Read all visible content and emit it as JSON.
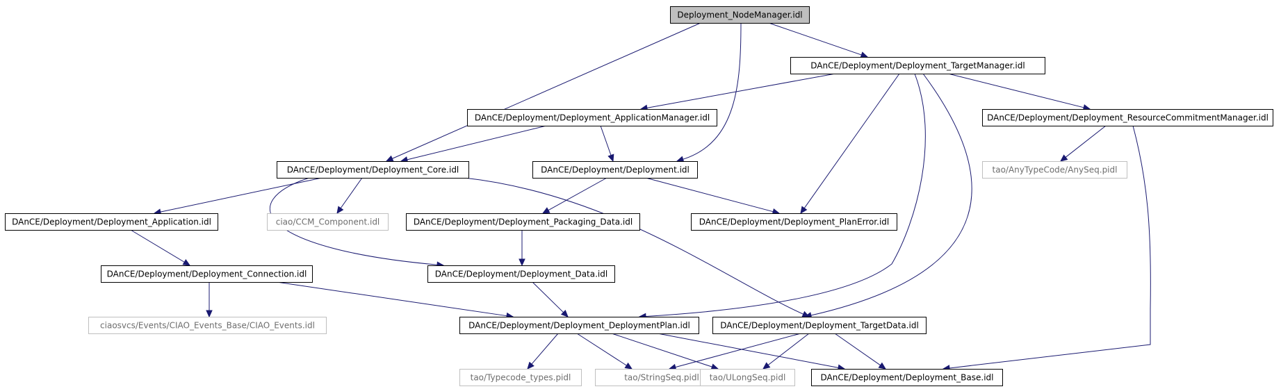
{
  "diagram": {
    "nodes": [
      {
        "id": "nodemanager",
        "label": "Deployment_NodeManager.idl",
        "style": "root"
      },
      {
        "id": "targetmanager",
        "label": "DAnCE/Deployment/Deployment_TargetManager.idl",
        "style": "solid"
      },
      {
        "id": "appmanager",
        "label": "DAnCE/Deployment/Deployment_ApplicationManager.idl",
        "style": "solid"
      },
      {
        "id": "rescommit",
        "label": "DAnCE/Deployment/Deployment_ResourceCommitmentManager.idl",
        "style": "solid"
      },
      {
        "id": "core",
        "label": "DAnCE/Deployment/Deployment_Core.idl",
        "style": "solid"
      },
      {
        "id": "deployment",
        "label": "DAnCE/Deployment/Deployment.idl",
        "style": "solid"
      },
      {
        "id": "anyseq",
        "label": "tao/AnyTypeCode/AnySeq.pidl",
        "style": "faded"
      },
      {
        "id": "application",
        "label": "DAnCE/Deployment/Deployment_Application.idl",
        "style": "solid"
      },
      {
        "id": "ccm",
        "label": "ciao/CCM_Component.idl",
        "style": "faded"
      },
      {
        "id": "packaging",
        "label": "DAnCE/Deployment/Deployment_Packaging_Data.idl",
        "style": "solid"
      },
      {
        "id": "planerror",
        "label": "DAnCE/Deployment/Deployment_PlanError.idl",
        "style": "solid"
      },
      {
        "id": "connection",
        "label": "DAnCE/Deployment/Deployment_Connection.idl",
        "style": "solid"
      },
      {
        "id": "data",
        "label": "DAnCE/Deployment/Deployment_Data.idl",
        "style": "solid"
      },
      {
        "id": "ciaoevents",
        "label": "ciaosvcs/Events/CIAO_Events_Base/CIAO_Events.idl",
        "style": "faded"
      },
      {
        "id": "plan",
        "label": "DAnCE/Deployment/Deployment_DeploymentPlan.idl",
        "style": "solid"
      },
      {
        "id": "targetdata",
        "label": "DAnCE/Deployment/Deployment_TargetData.idl",
        "style": "solid"
      },
      {
        "id": "typecode",
        "label": "tao/Typecode_types.pidl",
        "style": "faded"
      },
      {
        "id": "stringseq",
        "label": "tao/StringSeq.pidl",
        "style": "faded"
      },
      {
        "id": "ulongseq",
        "label": "tao/ULongSeq.pidl",
        "style": "faded"
      },
      {
        "id": "base",
        "label": "DAnCE/Deployment/Deployment_Base.idl",
        "style": "solid"
      }
    ],
    "edges": [
      {
        "from": "nodemanager",
        "to": "targetmanager"
      },
      {
        "from": "nodemanager",
        "to": "core"
      },
      {
        "from": "nodemanager",
        "to": "deployment"
      },
      {
        "from": "targetmanager",
        "to": "appmanager"
      },
      {
        "from": "targetmanager",
        "to": "rescommit"
      },
      {
        "from": "targetmanager",
        "to": "planerror"
      },
      {
        "from": "targetmanager",
        "to": "plan"
      },
      {
        "from": "targetmanager",
        "to": "targetdata"
      },
      {
        "from": "appmanager",
        "to": "core"
      },
      {
        "from": "appmanager",
        "to": "deployment"
      },
      {
        "from": "rescommit",
        "to": "anyseq"
      },
      {
        "from": "rescommit",
        "to": "base"
      },
      {
        "from": "core",
        "to": "application"
      },
      {
        "from": "core",
        "to": "ccm"
      },
      {
        "from": "core",
        "to": "data"
      },
      {
        "from": "core",
        "to": "targetdata"
      },
      {
        "from": "deployment",
        "to": "packaging"
      },
      {
        "from": "deployment",
        "to": "planerror"
      },
      {
        "from": "application",
        "to": "connection"
      },
      {
        "from": "packaging",
        "to": "data"
      },
      {
        "from": "connection",
        "to": "ciaoevents"
      },
      {
        "from": "connection",
        "to": "plan"
      },
      {
        "from": "data",
        "to": "plan"
      },
      {
        "from": "plan",
        "to": "typecode"
      },
      {
        "from": "plan",
        "to": "stringseq"
      },
      {
        "from": "plan",
        "to": "ulongseq"
      },
      {
        "from": "plan",
        "to": "base"
      },
      {
        "from": "targetdata",
        "to": "stringseq"
      },
      {
        "from": "targetdata",
        "to": "ulongseq"
      },
      {
        "from": "targetdata",
        "to": "base"
      }
    ]
  }
}
